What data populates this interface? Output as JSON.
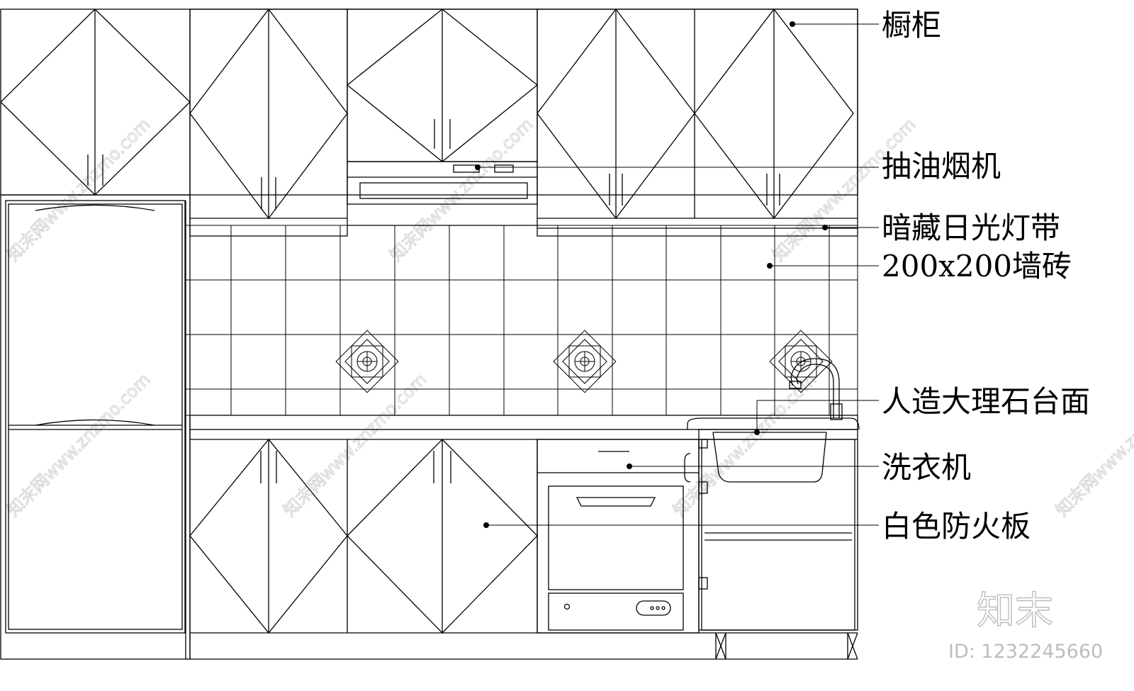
{
  "labels": {
    "cabinet": "橱柜",
    "range_hood": "抽油烟机",
    "hidden_light_strip": "暗藏日光灯带",
    "wall_tile": "200x200墙砖",
    "countertop": "人造大理石台面",
    "washing_machine": "洗衣机",
    "fireproof_board": "白色防火板"
  },
  "watermark": {
    "site": "知末网www.znzmo.com",
    "brand": "知末",
    "id": "ID: 1232245660"
  }
}
